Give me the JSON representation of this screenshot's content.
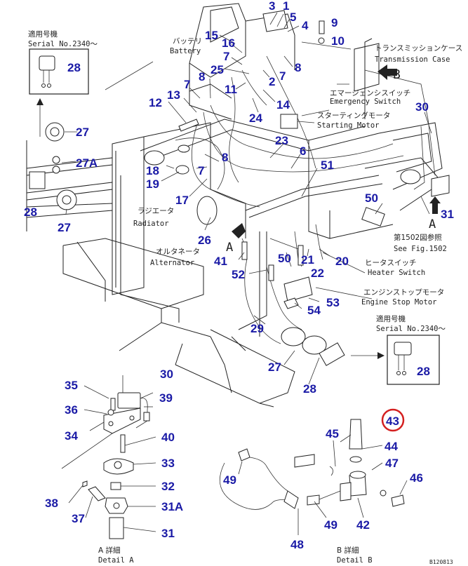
{
  "callouts": {
    "n1": "1",
    "n2": "2",
    "n3": "3",
    "n4": "4",
    "n5": "5",
    "n6": "6",
    "n7": "7",
    "n8": "8",
    "n9": "9",
    "n10": "10",
    "n11": "11",
    "n12": "12",
    "n13": "13",
    "n14": "14",
    "n15": "15",
    "n16": "16",
    "n17": "17",
    "n18": "18",
    "n19": "19",
    "n20": "20",
    "n21": "21",
    "n22": "22",
    "n23": "23",
    "n24": "24",
    "n25": "25",
    "n26": "26",
    "n27": "27",
    "n27a": "27A",
    "n28": "28",
    "n29": "29",
    "n30": "30",
    "n31": "31",
    "n31a": "31A",
    "n32": "32",
    "n33": "33",
    "n34": "34",
    "n35": "35",
    "n36": "36",
    "n37": "37",
    "n38": "38",
    "n39": "39",
    "n40": "40",
    "n41": "41",
    "n42": "42",
    "n43": "43",
    "n44": "44",
    "n45": "45",
    "n46": "46",
    "n47": "47",
    "n48": "48",
    "n49": "49",
    "n50": "50",
    "n51": "51",
    "n52": "52",
    "n53": "53",
    "n54": "54"
  },
  "labels": {
    "serial_jp": "適用号機",
    "serial_en": "Serial No.2340～",
    "battery_jp": "バッテリ",
    "battery_en": "Battery",
    "transmission_jp": "トランスミッションケース",
    "transmission_en": "Transmission Case",
    "emergency_jp": "エマージェンシスイッチ",
    "emergency_en": "Emergency Switch",
    "starting_jp": "スターティングモータ",
    "starting_en": "Starting Motor",
    "radiator_jp": "ラジエータ",
    "radiator_en": "Radiator",
    "alternator_jp": "オルタネータ",
    "alternator_en": "Alternator",
    "heater_jp": "ヒータスイッチ",
    "heater_en": "Heater Switch",
    "engine_stop_jp": "エンジンストップモータ",
    "engine_stop_en": "Engine Stop Motor",
    "see_fig_jp": "第1502図参照",
    "see_fig_en": "See Fig.1502",
    "letter_a": "A",
    "letter_b": "B",
    "detail_a_jp": "A 詳細",
    "detail_a_en": "Detail A",
    "detail_b_jp": "B 詳細",
    "detail_b_en": "Detail B",
    "fig_code": "B120813"
  },
  "colors": {
    "callout": "#1a1aa6",
    "highlight": "#d42020",
    "line": "#222222"
  }
}
